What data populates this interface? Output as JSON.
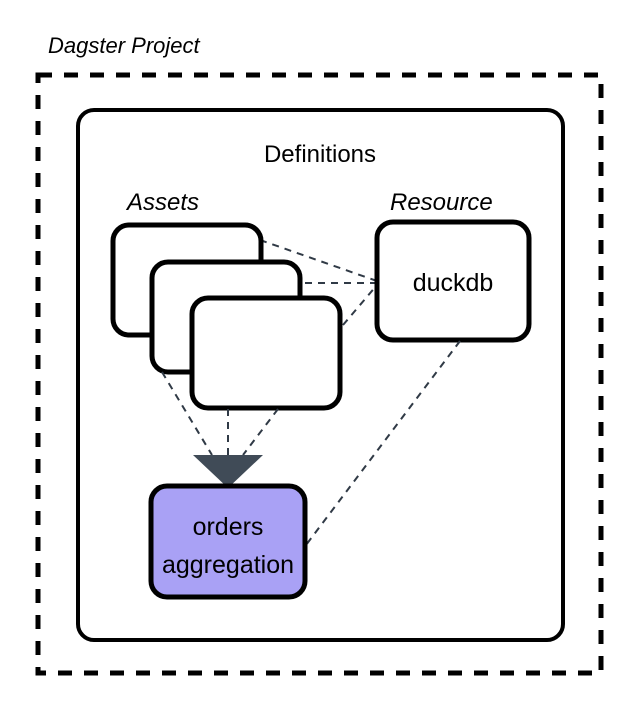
{
  "diagram": {
    "type": "architecture-diagram",
    "title": "Dagster Project",
    "container": {
      "outer_label": "Dagster Project",
      "outer_border_style": "dashed",
      "inner_label": "Definitions",
      "inner_border_style": "solid"
    },
    "groups": [
      {
        "id": "assets",
        "label": "Assets",
        "style": "italic"
      },
      {
        "id": "resource",
        "label": "Resource",
        "style": "italic"
      }
    ],
    "nodes": [
      {
        "id": "asset-card-1",
        "label": "",
        "group": "assets",
        "fill": "#ffffff"
      },
      {
        "id": "asset-card-2",
        "label": "",
        "group": "assets",
        "fill": "#ffffff"
      },
      {
        "id": "asset-card-3",
        "label": "",
        "group": "assets",
        "fill": "#ffffff"
      },
      {
        "id": "duckdb",
        "label": "duckdb",
        "group": "resource",
        "fill": "#ffffff"
      },
      {
        "id": "orders-aggregation",
        "label_line1": "orders",
        "label_line2": "aggregation",
        "group": "assets",
        "fill": "#a9a1f5"
      }
    ],
    "edges": [
      {
        "from": "asset-card-1",
        "to": "duckdb",
        "style": "dashed"
      },
      {
        "from": "asset-card-2",
        "to": "duckdb",
        "style": "dashed"
      },
      {
        "from": "asset-card-3",
        "to": "duckdb",
        "style": "dashed"
      },
      {
        "from": "asset-card-1",
        "to": "orders-aggregation",
        "style": "dashed",
        "arrow": true
      },
      {
        "from": "asset-card-2",
        "to": "orders-aggregation",
        "style": "dashed",
        "arrow": true
      },
      {
        "from": "asset-card-3",
        "to": "orders-aggregation",
        "style": "dashed",
        "arrow": true
      },
      {
        "from": "duckdb",
        "to": "orders-aggregation",
        "style": "dashed"
      }
    ],
    "colors": {
      "accent_purple": "#a9a1f5",
      "stroke_black": "#000000",
      "edge_navy": "#303a46",
      "arrowhead": "#404b57",
      "background": "#ffffff"
    }
  }
}
